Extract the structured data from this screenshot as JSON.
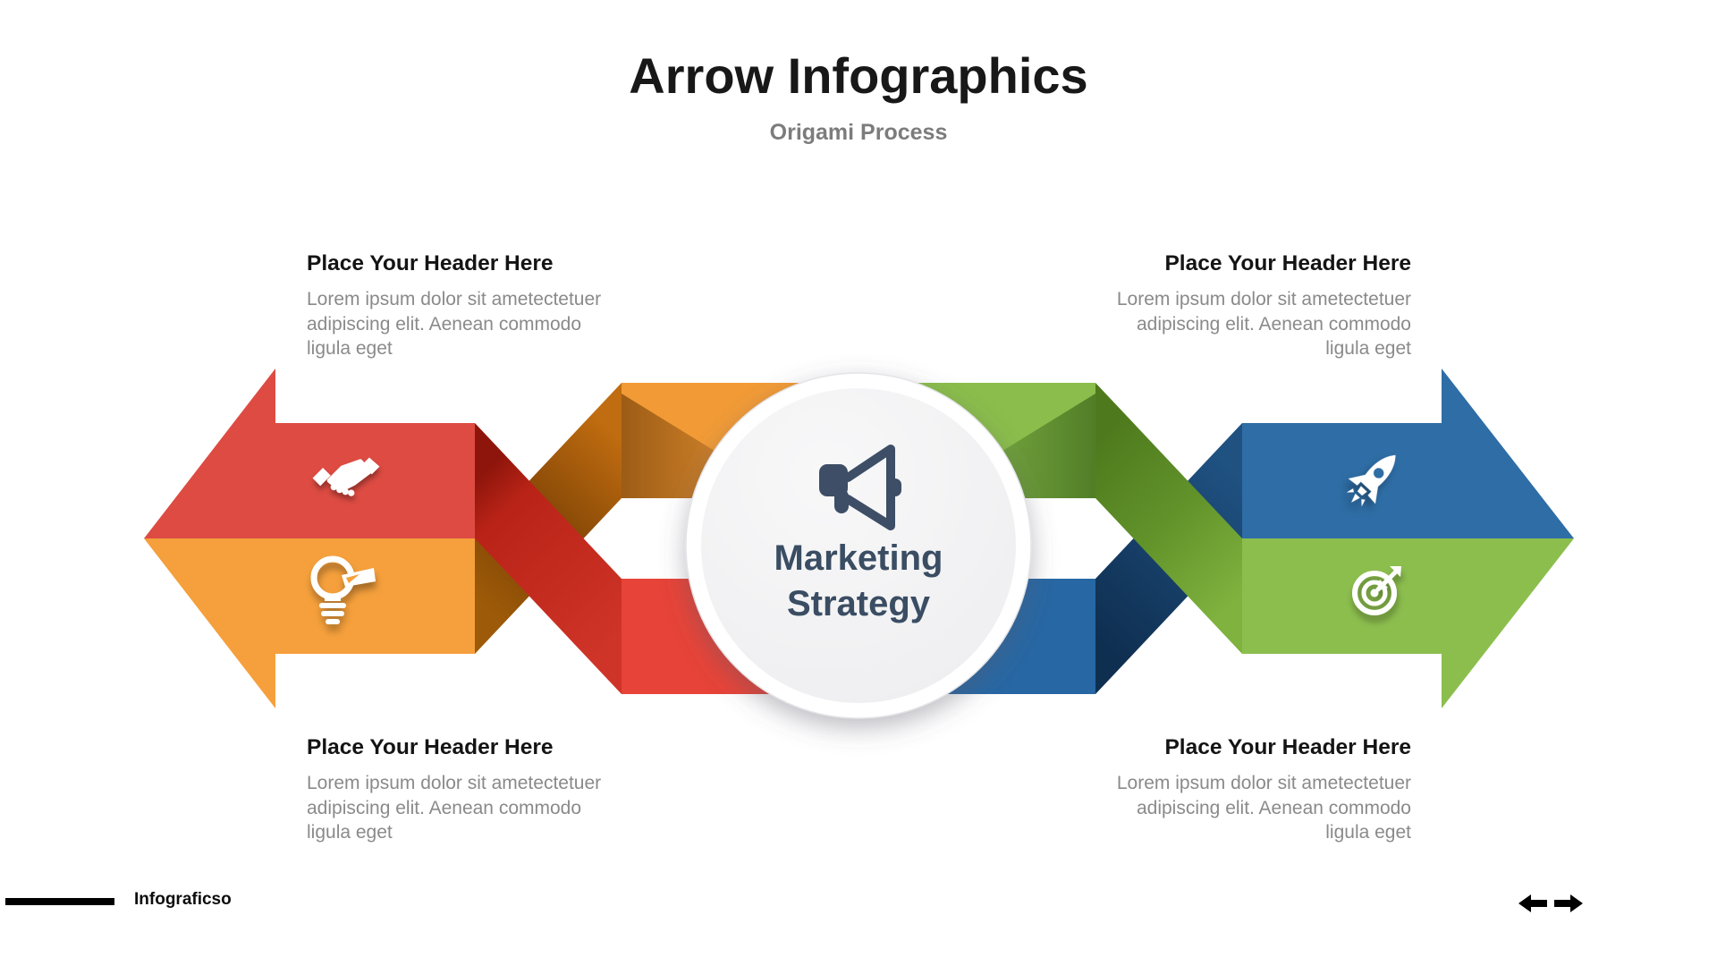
{
  "slide": {
    "title": "Arrow Infographics",
    "subtitle": "Origami Process",
    "center": {
      "label": "Marketing\nStrategy",
      "icon": "megaphone-icon"
    },
    "blocks": [
      {
        "id": "top-left",
        "align": "left",
        "header": "Place Your Header Here",
        "body": "Lorem ipsum dolor sit ametectetuer\nadipiscing elit. Aenean commodo\nligula eget"
      },
      {
        "id": "top-right",
        "align": "right",
        "header": "Place Your Header Here",
        "body": "Lorem ipsum dolor sit ametectetuer\nadipiscing elit. Aenean commodo\nligula eget"
      },
      {
        "id": "bottom-left",
        "align": "left",
        "header": "Place Your Header Here",
        "body": "Lorem ipsum dolor sit ametectetuer\nadipiscing elit. Aenean commodo\nligula eget"
      },
      {
        "id": "bottom-right",
        "align": "right",
        "header": "Place Your Header Here",
        "body": "Lorem ipsum dolor sit ametectetuer\nadipiscing elit. Aenean commodo\nligula eget"
      }
    ],
    "arrows": {
      "left": {
        "direction": "left",
        "segments": [
          {
            "color_name": "red",
            "icon": "handshake-icon"
          },
          {
            "color_name": "orange",
            "icon": "idea-bulb-icon"
          }
        ]
      },
      "right": {
        "direction": "right",
        "segments": [
          {
            "color_name": "blue",
            "icon": "rocket-icon"
          },
          {
            "color_name": "green",
            "icon": "target-icon"
          }
        ]
      }
    },
    "footer": {
      "brand": "Infograficso"
    },
    "nav": {
      "prev": "previous-slide-arrow",
      "next": "next-slide-arrow"
    }
  },
  "colors": {
    "red_band": "#DD4B42",
    "red_center": "#E74338",
    "red_diag": [
      "#8E150B",
      "#B92317",
      "#CF3428"
    ],
    "orange_band": "#F5A03C",
    "orange_center": "#F29B36",
    "orange_diag": [
      "#9D5A08",
      "#7C4205",
      "#C06C10"
    ],
    "blue_band": "#2E6DA5",
    "blue_center": "#2767A3",
    "blue_diag": [
      "#0F2F51",
      "#1F5181"
    ],
    "green_band": "#8CBE4E",
    "green_center": "#8ABD4B",
    "green_diag": [
      "#4E7A1D",
      "#61922A",
      "#7FB23E"
    ],
    "icon_white": "#FFFFFF",
    "slate": "#3D4E66",
    "center_text": "#3A4D63",
    "title_text": "#181818",
    "subtitle_text": "#7C7C7C",
    "header_text": "#141414",
    "body_text": "#8A8A8A",
    "footer_black": "#000000"
  }
}
